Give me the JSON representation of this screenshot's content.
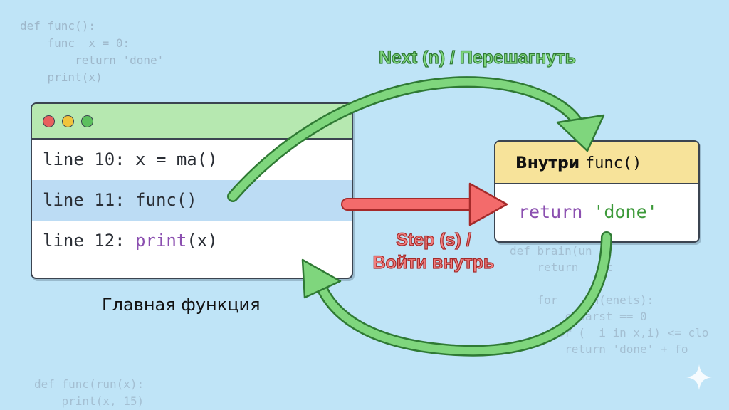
{
  "background_code": {
    "top_left": "def func():\n    func  x = 0:\n        return 'done'\n    print(x)",
    "middle_right": "def brain(un ):\n    return    t\n\n    for    in(enets):\n        cloarst == 0\n      for (  i in x,i) <= clo\n        return 'done' + fo",
    "bottom_left": "def func(run(x):\n    print(x, 15)"
  },
  "main_window": {
    "lines": [
      {
        "plain": "line 10: x = ma()"
      },
      {
        "prefix": "line 11: ",
        "call": "func()"
      },
      {
        "prefix": "line 12: ",
        "keyword": "print",
        "rest": "(x)"
      }
    ],
    "label": "Главная функция"
  },
  "func_box": {
    "title_prefix": "Внутри ",
    "title_code": "func()",
    "return_kw": "return ",
    "return_val": "'done'"
  },
  "arrows": {
    "next_label": "Next (n) / Перешагнуть",
    "step_label_line1": "Step (s) /",
    "step_label_line2": "Войти внутрь"
  },
  "colors": {
    "background": "#bfe4f7",
    "green_arrow": "#7fd67d",
    "red_arrow": "#f36b6b",
    "header_green": "#b6e8b0",
    "header_yellow": "#f7e39a",
    "highlight": "#bcdcf4"
  },
  "icons": {
    "window_controls": [
      "red-dot",
      "yellow-dot",
      "green-dot"
    ],
    "corner": "sparkle-icon"
  }
}
